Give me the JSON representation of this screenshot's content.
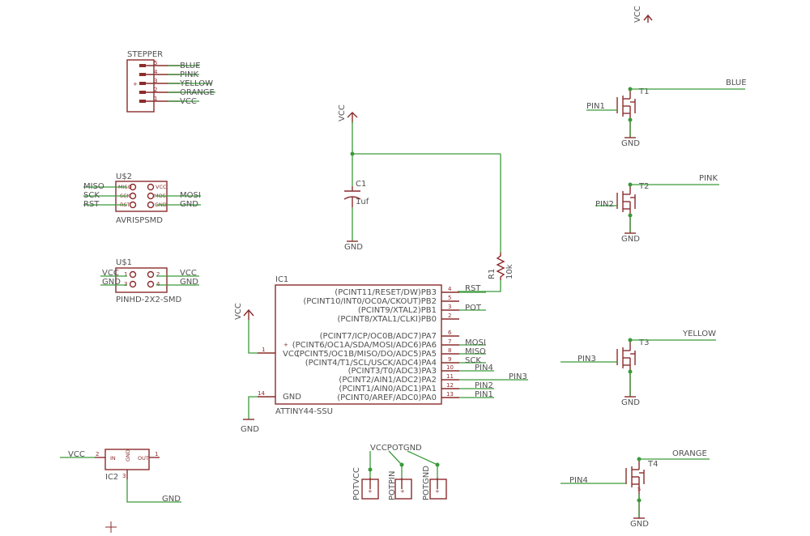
{
  "power": {
    "vcc": "VCC",
    "gnd": "GND"
  },
  "stepper": {
    "name": "STEPPER",
    "pins": [
      {
        "num": "5",
        "net": "BLUE"
      },
      {
        "num": "4",
        "net": "PINK"
      },
      {
        "num": "3",
        "net": "YELLOW"
      },
      {
        "num": "2",
        "net": "ORANGE"
      },
      {
        "num": "1",
        "net": "VCC"
      }
    ]
  },
  "avrisp": {
    "name": "U$2",
    "value": "AVRISPSMD",
    "left_nets": [
      "MISO",
      "SCK",
      "RST"
    ],
    "right_nets": [
      "MOSI",
      "GND"
    ],
    "pad_labels": [
      "MISO",
      "VCC",
      "SCK",
      "MOSI",
      "RST",
      "GND"
    ]
  },
  "pinhd": {
    "name": "U$1",
    "value": "PINHD-2X2-SMD",
    "left_nets": [
      "VCC",
      "GND"
    ],
    "right_nets": [
      "VCC",
      "GND"
    ],
    "pins": [
      "1",
      "2",
      "3",
      "4"
    ]
  },
  "cap": {
    "name": "C1",
    "value": "1uf"
  },
  "res": {
    "name": "R1",
    "value": "10k"
  },
  "mcu": {
    "name": "IC1",
    "value": "ATTINY44-SSU",
    "left_pins": [
      {
        "num": "1",
        "label": "VCC"
      },
      {
        "num": "14",
        "label": "GND"
      }
    ],
    "right_pins": [
      {
        "num": "4",
        "label": "(PCINT11/RESET/DW)PB3",
        "net": "RST"
      },
      {
        "num": "5",
        "label": "(PCINT10/INT0/OC0A/CKOUT)PB2",
        "net": ""
      },
      {
        "num": "3",
        "label": "(PCINT9/XTAL2)PB1",
        "net": "POT"
      },
      {
        "num": "2",
        "label": "(PCINT8/XTAL1/CLKI)PB0",
        "net": ""
      },
      {
        "num": "6",
        "label": "(PCINT7/ICP/OC0B/ADC7)PA7",
        "net": ""
      },
      {
        "num": "7",
        "label": "(PCINT6/OC1A/SDA/MOSI/ADC6)PA6",
        "net": "MOSI"
      },
      {
        "num": "8",
        "label": "(PCINT5/OC1B/MISO/DO/ADC5)PA5",
        "net": "MISO"
      },
      {
        "num": "9",
        "label": "(PCINT4/T1/SCL/USCK/ADC4)PA4",
        "net": "SCK"
      },
      {
        "num": "10",
        "label": "(PCINT3/T0/ADC3)PA3",
        "net": "PIN4"
      },
      {
        "num": "11",
        "label": "(PCINT2/AIN1/ADC2)PA2",
        "net": "PIN3"
      },
      {
        "num": "12",
        "label": "(PCINT1/AIN0/ADC1)PA1",
        "net": "PIN2"
      },
      {
        "num": "13",
        "label": "(PCINT0/AREF/ADC0)PA0",
        "net": "PIN1"
      }
    ]
  },
  "regulator": {
    "name": "IC2",
    "in_label": "IN",
    "out_label": "OUT",
    "gnd_label": "GND",
    "in_net": "VCC",
    "gnd_net": "GND",
    "pin_in": "2",
    "pin_out": "1",
    "pin_gnd": "3"
  },
  "pot": {
    "header": "VCCPOTGND",
    "pads": [
      "POTVCC",
      "POTPIN",
      "POTGND"
    ]
  },
  "mosfets": [
    {
      "name": "T1",
      "gate_net": "PIN1",
      "drain_net": "BLUE",
      "gnd": "GND"
    },
    {
      "name": "T2",
      "gate_net": "PIN2",
      "drain_net": "PINK",
      "gnd": "GND"
    },
    {
      "name": "T3",
      "gate_net": "PIN3",
      "drain_net": "YELLOW",
      "gnd": "GND"
    },
    {
      "name": "T4",
      "gate_net": "PIN4",
      "drain_net": "ORANGE",
      "gnd": "GND",
      "s_label": "S"
    }
  ]
}
